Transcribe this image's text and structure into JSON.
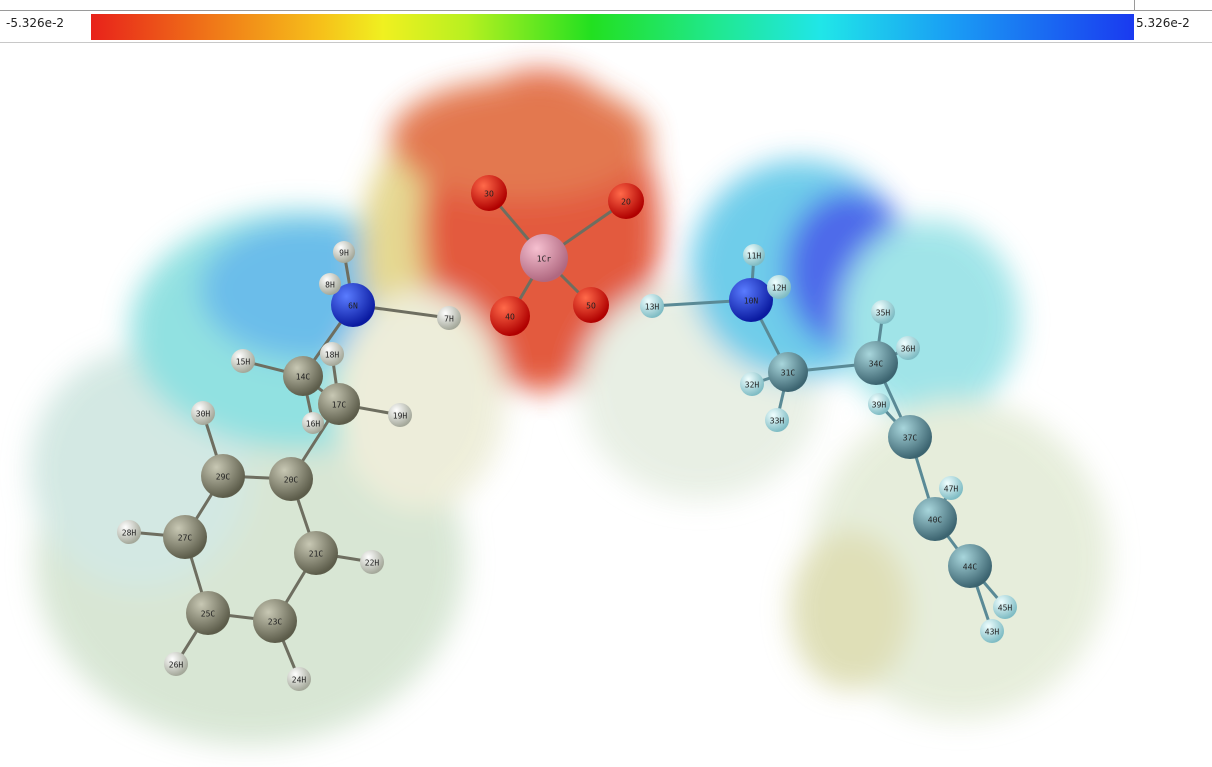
{
  "color_scale": {
    "min_label": "-5.326e-2",
    "max_label": "5.326e-2",
    "colors": [
      "#e8221a",
      "#f6c01a",
      "#f0f020",
      "#22e020",
      "#20e6e8",
      "#1a3af0"
    ]
  },
  "atoms": [
    {
      "label": "1Cr",
      "element": "Cr"
    },
    {
      "label": "2O",
      "element": "O"
    },
    {
      "label": "3O",
      "element": "O"
    },
    {
      "label": "4O",
      "element": "O"
    },
    {
      "label": "5O",
      "element": "O"
    },
    {
      "label": "6N",
      "element": "N"
    },
    {
      "label": "7H",
      "element": "H"
    },
    {
      "label": "8H",
      "element": "H"
    },
    {
      "label": "9H",
      "element": "H"
    },
    {
      "label": "10N",
      "element": "N"
    },
    {
      "label": "11H",
      "element": "H"
    },
    {
      "label": "12H",
      "element": "H"
    },
    {
      "label": "13H",
      "element": "H"
    },
    {
      "label": "14C",
      "element": "C"
    },
    {
      "label": "15H",
      "element": "H"
    },
    {
      "label": "16H",
      "element": "H"
    },
    {
      "label": "17C",
      "element": "C"
    },
    {
      "label": "18H",
      "element": "H"
    },
    {
      "label": "19H",
      "element": "H"
    },
    {
      "label": "20C",
      "element": "C"
    },
    {
      "label": "21C",
      "element": "C"
    },
    {
      "label": "22H",
      "element": "H"
    },
    {
      "label": "23C",
      "element": "C"
    },
    {
      "label": "24H",
      "element": "H"
    },
    {
      "label": "25C",
      "element": "C"
    },
    {
      "label": "26H",
      "element": "H"
    },
    {
      "label": "27C",
      "element": "C"
    },
    {
      "label": "28H",
      "element": "H"
    },
    {
      "label": "29C",
      "element": "C"
    },
    {
      "label": "30H",
      "element": "H"
    },
    {
      "label": "31C",
      "element": "C"
    },
    {
      "label": "32H",
      "element": "H"
    },
    {
      "label": "33H",
      "element": "H"
    },
    {
      "label": "34C",
      "element": "C"
    },
    {
      "label": "35H",
      "element": "H"
    },
    {
      "label": "36H",
      "element": "H"
    },
    {
      "label": "37C",
      "element": "C"
    },
    {
      "label": "39H",
      "element": "H"
    },
    {
      "label": "40C",
      "element": "C"
    },
    {
      "label": "43H",
      "element": "H"
    },
    {
      "label": "44C",
      "element": "C"
    },
    {
      "label": "45H",
      "element": "H"
    },
    {
      "label": "47H",
      "element": "H"
    }
  ]
}
